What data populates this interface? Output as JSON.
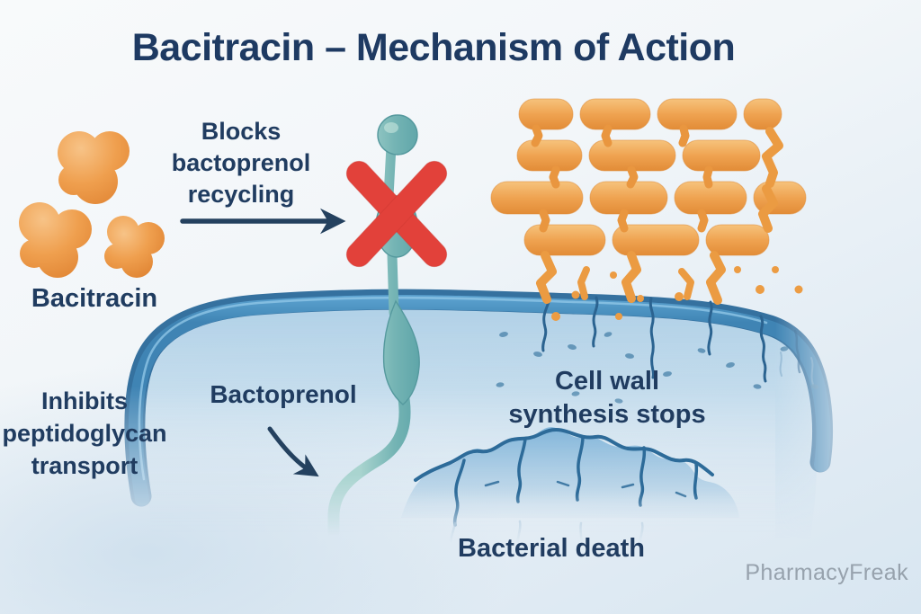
{
  "title": "Bacitracin – Mechanism of Action",
  "labels": {
    "drug": "Bacitracin",
    "blocks_recycling": "Blocks\nbactoprenol\nrecycling",
    "carrier": "Bactoprenol",
    "inhibits_transport": "Inhibits\npeptidoglycan\ntransport",
    "cell_wall_stops": "Cell wall\nsynthesis stops",
    "outcome": "Bacterial death",
    "watermark": "PharmacyFreak"
  },
  "colors": {
    "title_text": "#1e3a62",
    "label_text": "#203c60",
    "watermark_text": "#97a2ad",
    "drug_orange": "#eb9445",
    "wall_orange": "#efa04c",
    "block_red": "#e2413a",
    "carrier_teal": "#74b4b4",
    "membrane_blue": "#4b92c2",
    "membrane_edge": "#35719f",
    "cell_interior": "#aecfe6",
    "crack_blue": "#2b6390",
    "arrow_navy": "#24415f"
  }
}
